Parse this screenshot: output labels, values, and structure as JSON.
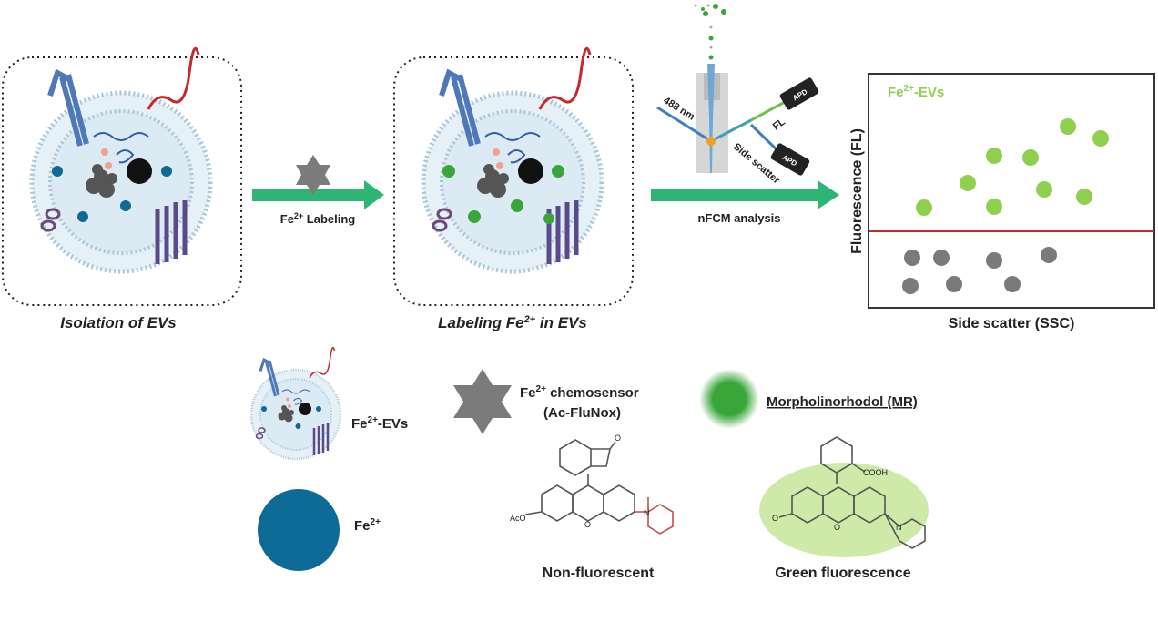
{
  "panels": {
    "isolation": {
      "caption": "Isolation of EVs"
    },
    "labeling": {
      "caption_pre": "Labeling Fe",
      "caption_sup": "2+",
      "caption_post": " in EVs"
    }
  },
  "arrows": {
    "labeling": {
      "pre": "Fe",
      "sup": "2+",
      "post": " Labeling"
    },
    "analysis": {
      "label": "nFCM analysis"
    }
  },
  "instrument": {
    "laser": "488 nm",
    "fl": "FL",
    "side_scatter": "Side scatter",
    "detector": "APD"
  },
  "plot": {
    "xlabel": "Side scatter (SSC)",
    "ylabel": "Fluorescence (FL)",
    "population_pre": "Fe",
    "population_sup": "2+",
    "population_post": "-EVs",
    "colors": {
      "positive": "#8fd14f",
      "negative": "#7a7a7a",
      "threshold": "#c0282d"
    }
  },
  "legend": {
    "evs": {
      "pre": "Fe",
      "sup": "2+",
      "post": "-EVs"
    },
    "fe": {
      "pre": "Fe",
      "sup": "2+"
    },
    "sensor": {
      "pre": "Fe",
      "sup": "2+",
      "post": " chemosensor",
      "line2": "(Ac-FluNox)"
    },
    "mr": {
      "label": "Morpholinorhodol (MR)"
    }
  },
  "structures": {
    "non_fluorescent": {
      "caption": "Non-fluorescent",
      "aco": "AcO",
      "o": "O",
      "n": "N"
    },
    "green": {
      "caption": "Green fluorescence",
      "cooh": "COOH",
      "o": "O",
      "n": "N"
    }
  },
  "colors": {
    "arrow": "#2fb573",
    "fe": "#0e6a96",
    "mr": "#3aa63a",
    "sensor": "#7b7b7b"
  }
}
